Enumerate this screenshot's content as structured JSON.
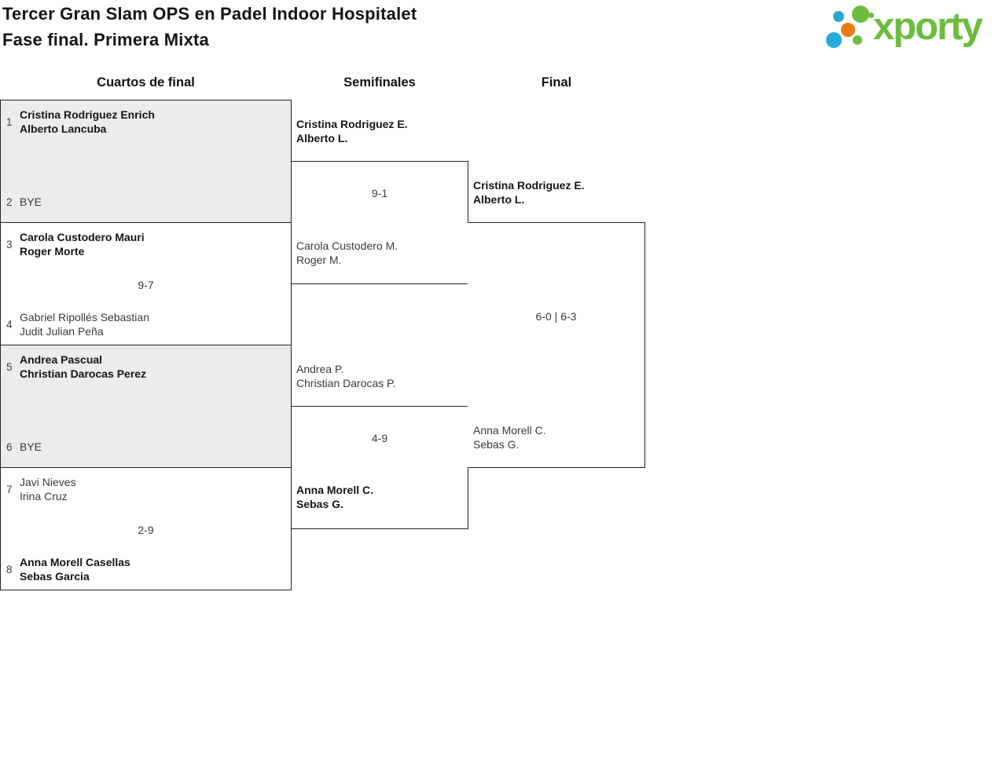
{
  "header": {
    "title_line1": "Tercer Gran Slam OPS en Padel Indoor Hospitalet",
    "title_line2": "Fase final. Primera Mixta",
    "logo_text": "xporty"
  },
  "colors": {
    "logo_green": "#6cbd3f",
    "logo_blue": "#29a8e0",
    "logo_orange": "#ee7711",
    "bye_background": "#ececec",
    "border": "#222222"
  },
  "rounds": {
    "quarterfinals": "Cuartos de final",
    "semifinals": "Semifinales",
    "final": "Final"
  },
  "bracket": {
    "quarterfinals": [
      {
        "bye": true,
        "score": "",
        "p1": {
          "seed": "1",
          "line1": "Cristina Rodriguez Enrich",
          "line2": "Alberto Lancuba",
          "winner": true
        },
        "p2": {
          "seed": "2",
          "line1": "BYE",
          "line2": "",
          "winner": false
        }
      },
      {
        "bye": false,
        "score": "9-7",
        "p1": {
          "seed": "3",
          "line1": "Carola Custodero Mauri",
          "line2": "Roger Morte",
          "winner": true
        },
        "p2": {
          "seed": "4",
          "line1": "Gabriel Ripollés Sebastian",
          "line2": "Judit Julian Peña",
          "winner": false
        }
      },
      {
        "bye": true,
        "score": "",
        "p1": {
          "seed": "5",
          "line1": "Andrea Pascual",
          "line2": "Christian Darocas Perez",
          "winner": true
        },
        "p2": {
          "seed": "6",
          "line1": "BYE",
          "line2": "",
          "winner": false
        }
      },
      {
        "bye": false,
        "score": "2-9",
        "p1": {
          "seed": "7",
          "line1": "Javi Nieves",
          "line2": "Irina Cruz",
          "winner": false
        },
        "p2": {
          "seed": "8",
          "line1": "Anna Morell Casellas",
          "line2": "Sebas Garcia",
          "winner": true
        }
      }
    ],
    "semifinals": [
      {
        "score": "9-1",
        "p1": {
          "line1": "Cristina Rodriguez E.",
          "line2": "Alberto L.",
          "winner": true
        },
        "p2": {
          "line1": "Carola Custodero M.",
          "line2": "Roger M.",
          "winner": false
        }
      },
      {
        "score": "4-9",
        "p1": {
          "line1": "Andrea P.",
          "line2": "Christian Darocas P.",
          "winner": false
        },
        "p2": {
          "line1": "Anna Morell C.",
          "line2": "Sebas G.",
          "winner": true
        }
      }
    ],
    "final": {
      "score": "6-0 | 6-3",
      "p1": {
        "line1": "Cristina Rodriguez E.",
        "line2": "Alberto L.",
        "winner": true
      },
      "p2": {
        "line1": "Anna Morell C.",
        "line2": "Sebas G.",
        "winner": false
      }
    }
  }
}
